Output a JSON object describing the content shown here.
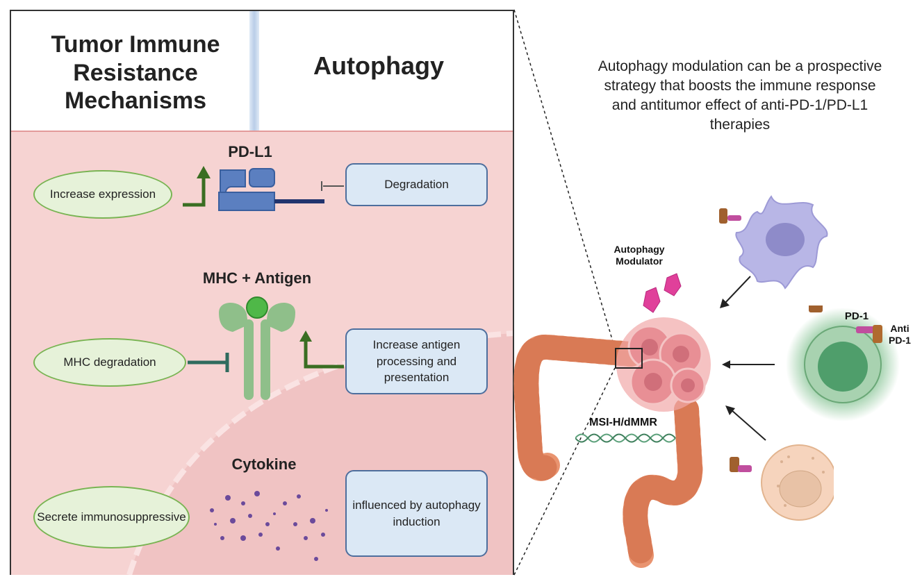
{
  "header": {
    "left_title": "Tumor Immune Resistance Mechanisms",
    "right_title": "Autophagy"
  },
  "rows": [
    {
      "molecule": "PD-L1",
      "mechanism": "Increase expression",
      "autophagy_effect": "Degradation"
    },
    {
      "molecule": "MHC + Antigen",
      "mechanism": "MHC degradation",
      "autophagy_effect": "Increase antigen processing and presentation"
    },
    {
      "molecule": "Cytokine",
      "mechanism": "Secrete immunosuppressive",
      "autophagy_effect": "influenced by autophagy induction"
    }
  ],
  "right_panel": {
    "note": "Autophagy modulation  can be a prospective\nstrategy that boosts the immune response\nand antitumor effect of anti-PD-1/PD-L1\ntherapies",
    "modulator_label": "Autophagy Modulator",
    "dna_label": "MSI-H/dMMR",
    "pd1_label": "PD-1",
    "anti_pd1_label": "Anti PD-1"
  },
  "colors": {
    "panel_bg": "#f6d3d2",
    "panel_border": "#e39a9a",
    "oval_fill": "#e6f2d9",
    "oval_border": "#79b453",
    "box_fill": "#dbe8f5",
    "box_border": "#4d6e9d",
    "pdl1_blue": "#5b7fc0",
    "mhc_green": "#8fbf8a",
    "modulator_pink": "#e0409a",
    "tcell_green": "#7dbf8c",
    "dendritic_purple": "#b8b6e6"
  }
}
